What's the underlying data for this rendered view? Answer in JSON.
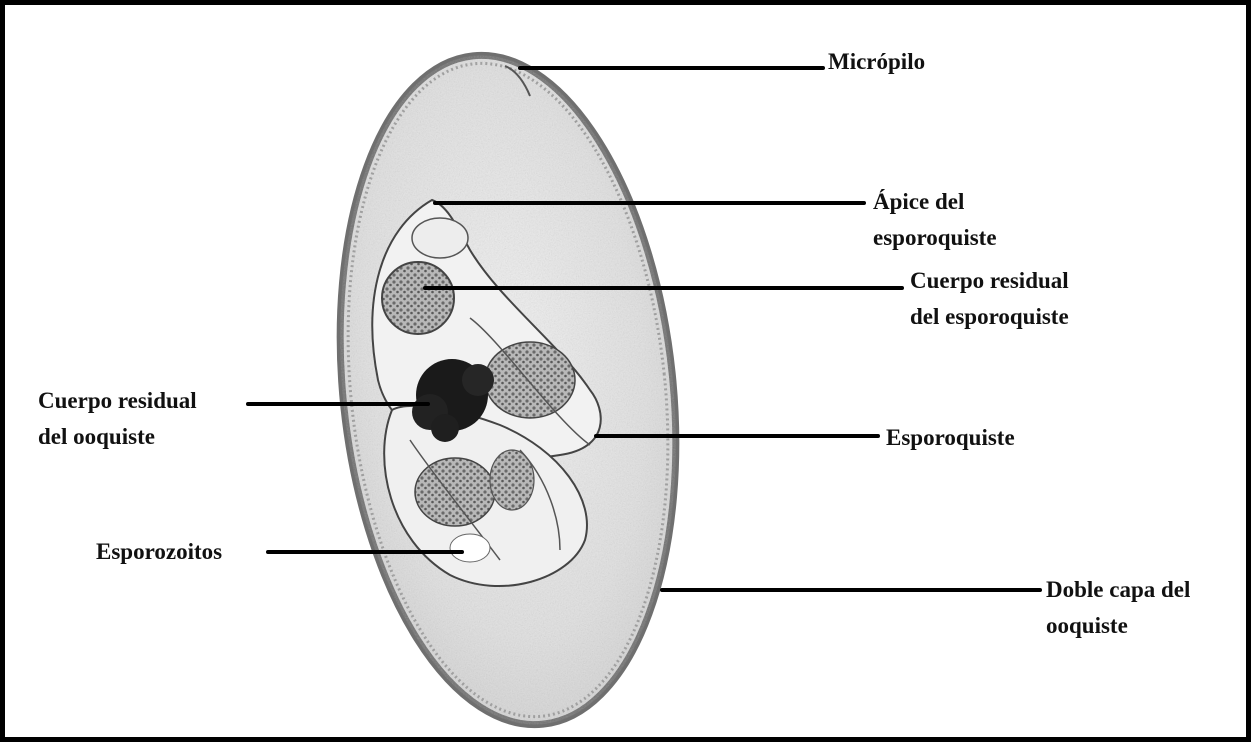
{
  "labels": {
    "micropilo": "Micrópilo",
    "apice_line1": "Ápice del",
    "apice_line2": "esporoquiste",
    "cuerpo_esp_line1": "Cuerpo residual",
    "cuerpo_esp_line2": "del esporoquiste",
    "cuerpo_ooq_line1": "Cuerpo residual",
    "cuerpo_ooq_line2": "del ooquiste",
    "esporoquiste": "Esporoquiste",
    "esporozoitos": "Esporozoitos",
    "doble_line1": "Doble capa del",
    "doble_line2": "ooquiste"
  },
  "colors": {
    "ink": "#111111",
    "wall": "#7a7a7a",
    "cytoplasm": "#e6e6e6",
    "residual_body": "#1a1a1a",
    "granules": "#8d8d8d"
  }
}
